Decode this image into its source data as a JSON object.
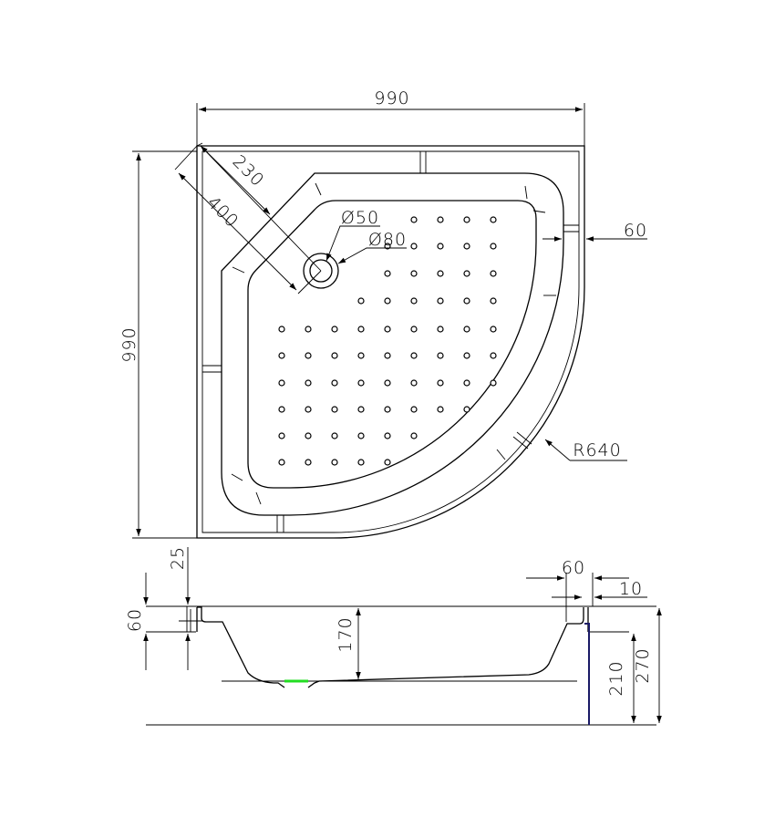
{
  "drawing": {
    "title": "Quarter-round shower tray technical drawing",
    "top_view": {
      "width_label": "990",
      "depth_label": "990",
      "rim_label": "60",
      "radius_label": "R640",
      "corner_offset_label": "230",
      "drain_offset_label": "400",
      "drain_inner_label": "Ø50",
      "drain_outer_label": "Ø80"
    },
    "side_view": {
      "rim_height_label": "60",
      "lip_label": "25",
      "depth_label": "170",
      "rim_width_label": "60",
      "wall_label": "10",
      "apron_label": "210",
      "total_height_label": "270"
    },
    "colors": {
      "line": "#000000",
      "drain_highlight": "#22dd22",
      "apron": "#1a1a66"
    }
  }
}
